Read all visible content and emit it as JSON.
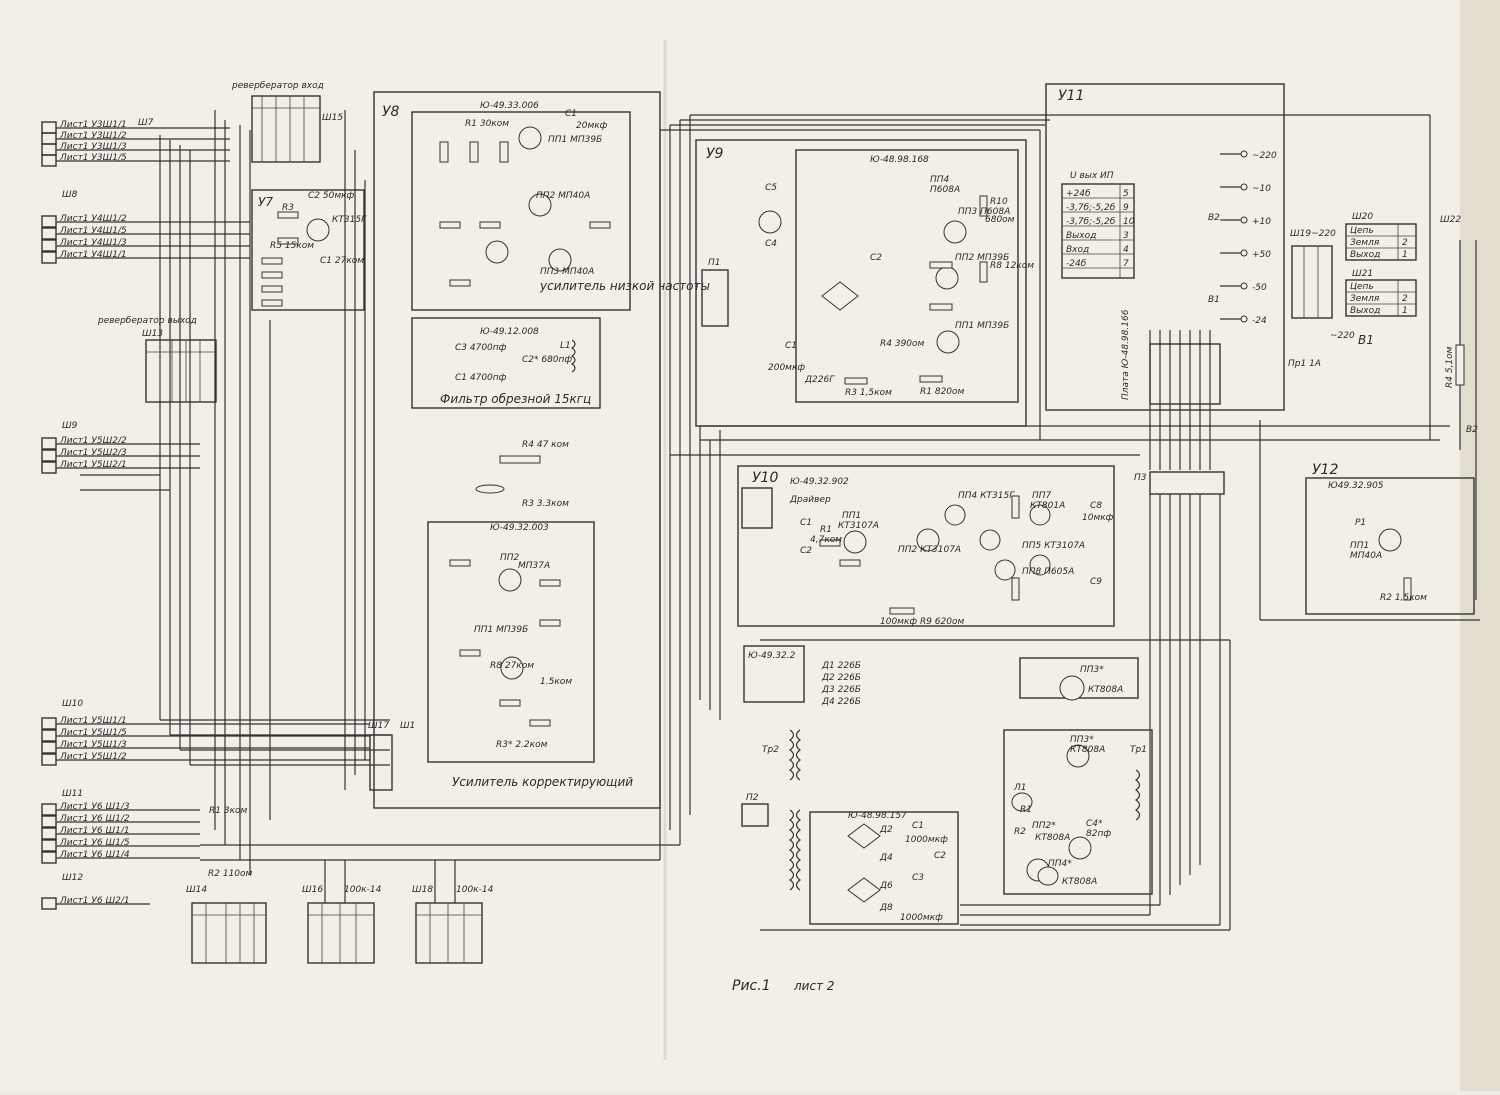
{
  "left": {
    "sh7": {
      "label": "Ш7",
      "rows": [
        "Лист1 У3Ш1/1",
        "Лист1 У3Ш1/2",
        "Лист1 У3Ш1/3",
        "Лист1 У3Ш1/5"
      ]
    },
    "sh8": {
      "label": "Ш8",
      "rows": [
        "Лист1 У4Ш1/2",
        "Лист1 У4Ш1/5",
        "Лист1 У4Ш1/3",
        "Лист1 У4Ш1/1"
      ]
    },
    "sh9": {
      "label": "Ш9",
      "rows": [
        "Лист1 У5Ш2/2",
        "Лист1 У5Ш2/3",
        "Лист1 У5Ш2/1"
      ]
    },
    "sh10": {
      "label": "Ш10",
      "rows": [
        "Лист1 У5Ш1/1",
        "Лист1 У5Ш1/5",
        "Лист1 У5Ш1/3",
        "Лист1 У5Ш1/2"
      ]
    },
    "sh11": {
      "label": "Ш11",
      "rows": [
        "Лист1 У6 Ш1/3",
        "Лист1 У6 Ш1/2",
        "Лист1 У6 Ш1/1",
        "Лист1 У6 Ш1/5",
        "Лист1 У6 Ш1/4"
      ]
    },
    "sh12": {
      "label": "Ш12",
      "rows": [
        "Лист1 У6 Ш2/1"
      ]
    },
    "sh17": {
      "label": "Ш17"
    },
    "sh1": {
      "label": "Ш1"
    },
    "reverb_in": {
      "title": "ревербератор вход",
      "connector": "Ш15"
    },
    "reverb_out": {
      "title": "ревербератор выход",
      "connector": "Ш13"
    }
  },
  "blocks": {
    "u7": "У7",
    "u8": "У8",
    "u8_code_top": "Ю-49.33.006",
    "u8_amp_lf": "усилитель низкой частоты",
    "u8_code_mid": "Ю-49.12.008",
    "u8_filter": "Фильтр обрезной 15кгц",
    "u8_code_bot": "Ю-49.32.003",
    "u8_amp_corr": "Усилитель корректирующий",
    "u9": "У9",
    "u9_code": "Ю-48.98.168",
    "p1": "П1",
    "u10": "У10",
    "u10_code": "Ю-49.32.902",
    "u10_driver": "Драйвер",
    "u10_bridge_code": "Ю-49.32.2",
    "p3": "П3",
    "u11": "У11",
    "u11_table_title": "U вых ИП",
    "u11_rows": [
      {
        "name": "+24б",
        "pin": "5"
      },
      {
        "name": "-3,7б;-5,2б",
        "pin": "9"
      },
      {
        "name": "-3,7б;-5,2б",
        "pin": "10"
      },
      {
        "name": "Выход",
        "pin": "3"
      },
      {
        "name": "Вход",
        "pin": "4"
      },
      {
        "name": "-24б",
        "pin": "7"
      }
    ],
    "u11_taps": [
      "~220",
      "~10",
      "+10",
      "+50",
      "-50",
      "-24"
    ],
    "u11_b2": "В2",
    "u11_b1": "В1",
    "u11_plate": "Плата Ю-48.98.166",
    "sh19": "Ш19~220",
    "pr1": "Пр1 1А",
    "v220": "~220",
    "b1_switch": "В1",
    "u12": "У12",
    "u12_code": "Ю49.32.905",
    "tr2": "Тр2",
    "p2": "П2",
    "psu_code": "Ю-48.98.157",
    "tp1": "Тр1"
  },
  "diodes": [
    "Д1 226Б",
    "Д2 226Б",
    "Д3 226Б",
    "Д4 226Б"
  ],
  "right": {
    "sh20": {
      "label": "Ш20",
      "rows": [
        "Цепь",
        "Земля",
        "Выход"
      ]
    },
    "sh21": {
      "label": "Ш21",
      "rows": [
        "Цепь",
        "Земля",
        "Выход"
      ]
    },
    "sh22": "Ш22",
    "r4": "R4 5,1ом",
    "b2": "В2"
  },
  "bottom": {
    "sh14": "Ш14",
    "r2": "R2 110ом",
    "r1": "R1 3ком",
    "sh16": "Ш16",
    "sh16_note": "100к-14",
    "sh18": "Ш18",
    "sh18_note": "100к-14"
  },
  "caption": {
    "fig": "Рис.1",
    "sheet": "лист 2"
  }
}
